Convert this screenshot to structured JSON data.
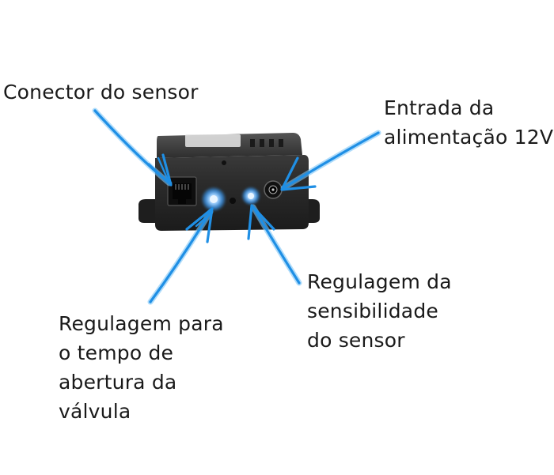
{
  "colors": {
    "background": "#ffffff",
    "text": "#1a1a1a",
    "arrow": "#1f8fe5",
    "arrow_glow": "#7cc4f7",
    "device_body": "#2a2a2a",
    "device_dark": "#141414",
    "led_blue": "#3aa0ff"
  },
  "labels": {
    "sensor_connector": [
      "Conector do sensor"
    ],
    "power_input": [
      "Entrada da",
      "alimentação 12V"
    ],
    "sensitivity": [
      "Regulagem da",
      "sensibilidade",
      "do sensor"
    ],
    "valve_time": [
      "Regulagem para",
      "o tempo de",
      "abertura da",
      "válvula"
    ]
  },
  "icons": {
    "device": "sensor-control-box",
    "arrows": "hand-drawn-blue-arrow"
  }
}
